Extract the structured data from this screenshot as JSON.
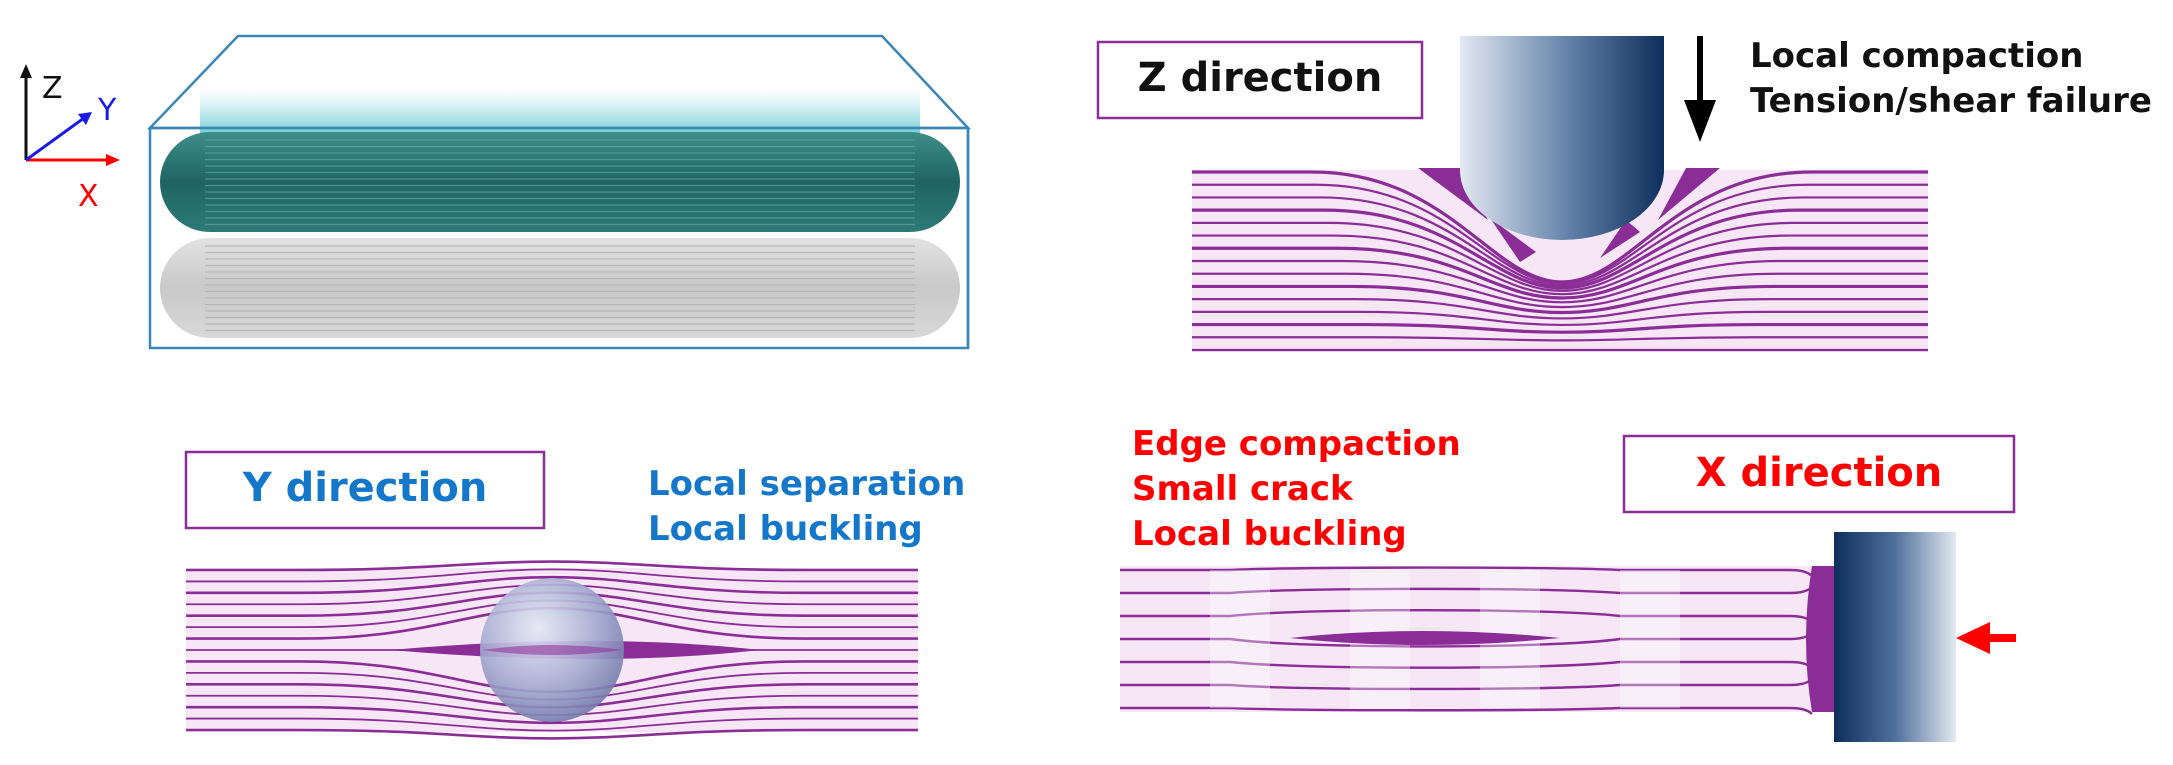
{
  "axes": {
    "z": "Z",
    "y": "Y",
    "x": "X"
  },
  "panels": {
    "z": {
      "title": "Z direction",
      "notes": [
        "Local compaction",
        "Tension/shear failure"
      ]
    },
    "y": {
      "title": "Y direction",
      "notes": [
        "Local separation",
        "Local buckling"
      ]
    },
    "x": {
      "title": "X direction",
      "notes": [
        "Edge compaction",
        "Small crack",
        "Local buckling"
      ]
    }
  },
  "colors": {
    "purple": "#8B2D96",
    "ply_light": "#F6E6F6",
    "indenter_dark": "#0E2F5C",
    "indenter_light": "#E3E9F2",
    "teal": "#2E7A78",
    "grey_layer": "#CFCFCF",
    "box_line": "#3A86B5",
    "blue_text": "#1477C9",
    "red": "#FF0000",
    "axis_blue": "#1A1AE6"
  }
}
